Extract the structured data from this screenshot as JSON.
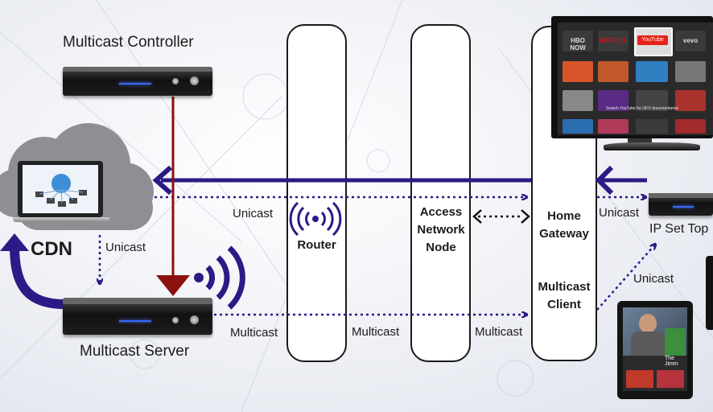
{
  "nodes": {
    "multicast_controller": "Multicast Controller",
    "multicast_server": "Multicast Server",
    "cdn": "CDN",
    "router": "Router",
    "access_network_node": [
      "Access",
      "Network",
      "Node"
    ],
    "home_gateway": [
      "Home",
      "Gateway"
    ],
    "multicast_client": [
      "Multicast",
      "Client"
    ],
    "ip_set_top": "IP Set Top"
  },
  "links": {
    "unicast_main": "Unicast",
    "unicast_cdn_server": "Unicast",
    "unicast_settop": "Unicast",
    "unicast_tablet": "Unicast",
    "multicast_server_out": "Multicast",
    "multicast_router_out": "Multicast",
    "multicast_access_out": "Multicast"
  },
  "tv": {
    "apps": [
      "HBO NOW",
      "NETFLIX",
      "YouTube",
      "vevo"
    ],
    "search_hint": "Search YouTube for UFO documentaries"
  },
  "tablet": {
    "caption": "The Jimm"
  },
  "colors": {
    "accent": "#2b1b86",
    "controller_arrow": "#8b1010",
    "cloud": "#8d8f94"
  }
}
